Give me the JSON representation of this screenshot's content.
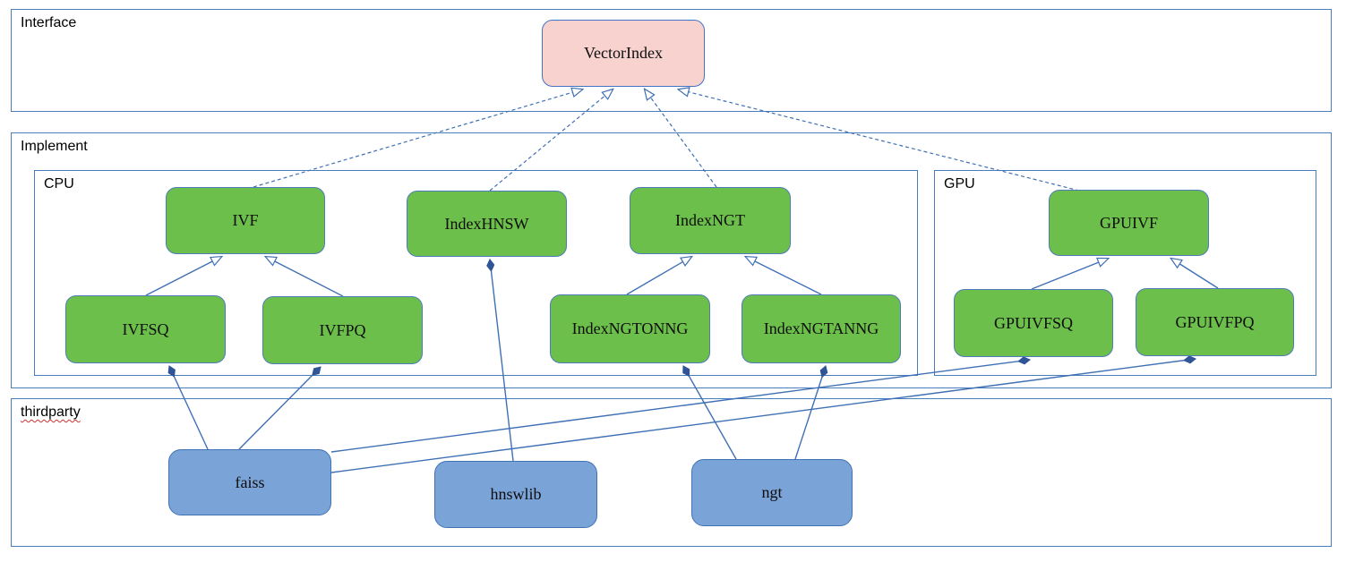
{
  "diagram": {
    "title_hidden": "",
    "containers": {
      "interface": {
        "label": "Interface"
      },
      "implement": {
        "label": "Implement"
      },
      "cpu": {
        "label": "CPU"
      },
      "gpu": {
        "label": "GPU"
      },
      "thirdparty": {
        "label": "thirdparty"
      }
    },
    "nodes": {
      "vectorindex": {
        "label": "VectorIndex",
        "kind": "interface"
      },
      "ivf": {
        "label": "IVF",
        "kind": "cpu-class"
      },
      "indexhnsw": {
        "label": "IndexHNSW",
        "kind": "cpu-class"
      },
      "indexngt": {
        "label": "IndexNGT",
        "kind": "cpu-class"
      },
      "gpuivf": {
        "label": "GPUIVF",
        "kind": "gpu-class"
      },
      "ivfsq": {
        "label": "IVFSQ",
        "kind": "cpu-class"
      },
      "ivfpq": {
        "label": "IVFPQ",
        "kind": "cpu-class"
      },
      "indexngtonng": {
        "label": "IndexNGTONNG",
        "kind": "cpu-class"
      },
      "indexngtanng": {
        "label": "IndexNGTANNG",
        "kind": "cpu-class"
      },
      "gpuivfsq": {
        "label": "GPUIVFSQ",
        "kind": "gpu-class"
      },
      "gpuivfpq": {
        "label": "GPUIVFPQ",
        "kind": "gpu-class"
      },
      "faiss": {
        "label": "faiss",
        "kind": "thirdparty-lib"
      },
      "hnswlib": {
        "label": "hnswlib",
        "kind": "thirdparty-lib"
      },
      "ngt": {
        "label": "ngt",
        "kind": "thirdparty-lib"
      }
    },
    "edges": [
      {
        "from": "IVF",
        "to": "VectorIndex",
        "type": "realization-dashed-hollow-arrow"
      },
      {
        "from": "IndexHNSW",
        "to": "VectorIndex",
        "type": "realization-dashed-hollow-arrow"
      },
      {
        "from": "IndexNGT",
        "to": "VectorIndex",
        "type": "realization-dashed-hollow-arrow"
      },
      {
        "from": "GPUIVF",
        "to": "VectorIndex",
        "type": "realization-dashed-hollow-arrow"
      },
      {
        "from": "IVFSQ",
        "to": "IVF",
        "type": "inheritance-hollow-arrow"
      },
      {
        "from": "IVFPQ",
        "to": "IVF",
        "type": "inheritance-hollow-arrow"
      },
      {
        "from": "IndexNGTONNG",
        "to": "IndexNGT",
        "type": "inheritance-hollow-arrow"
      },
      {
        "from": "IndexNGTANNG",
        "to": "IndexNGT",
        "type": "inheritance-hollow-arrow"
      },
      {
        "from": "GPUIVFSQ",
        "to": "GPUIVF",
        "type": "inheritance-hollow-arrow"
      },
      {
        "from": "GPUIVFPQ",
        "to": "GPUIVF",
        "type": "inheritance-hollow-arrow"
      },
      {
        "from": "faiss",
        "to": "IVFSQ",
        "type": "composition-diamond"
      },
      {
        "from": "faiss",
        "to": "IVFPQ",
        "type": "composition-diamond"
      },
      {
        "from": "faiss",
        "to": "GPUIVFSQ",
        "type": "composition-diamond"
      },
      {
        "from": "faiss",
        "to": "GPUIVFPQ",
        "type": "composition-diamond"
      },
      {
        "from": "hnswlib",
        "to": "IndexHNSW",
        "type": "composition-diamond"
      },
      {
        "from": "ngt",
        "to": "IndexNGTONNG",
        "type": "composition-diamond"
      },
      {
        "from": "ngt",
        "to": "IndexNGTANNG",
        "type": "composition-diamond"
      }
    ],
    "colors": {
      "interface_fill": "#f8d2cf",
      "class_fill": "#6cbf4b",
      "thirdparty_fill": "#7aa3d7",
      "border_blue": "#4a7dbd",
      "line_blue": "#3f6fb5",
      "diamond_fill": "#2f5597",
      "spellcheck_underline": "#d03030"
    }
  }
}
